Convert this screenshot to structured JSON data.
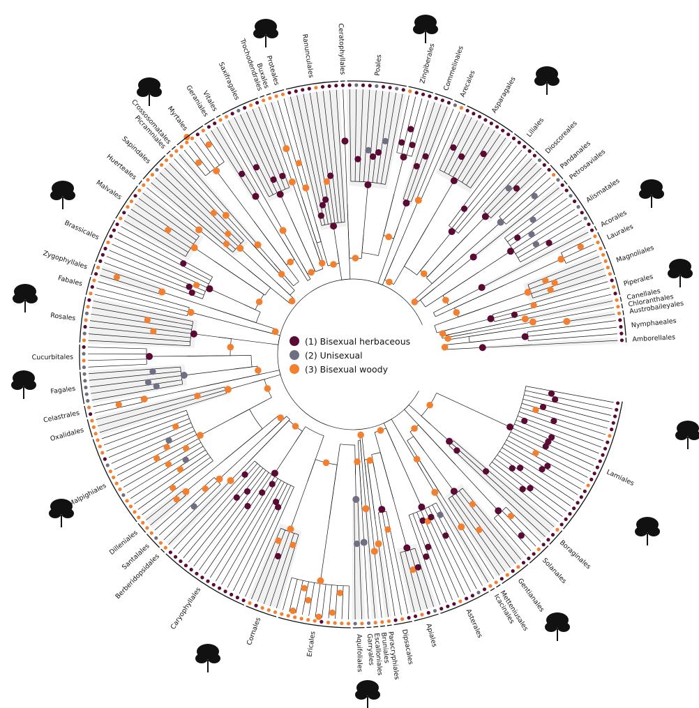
{
  "legend": {
    "items": [
      {
        "label": "(1) Bisexual herbaceous",
        "color": "#5a0a33"
      },
      {
        "label": "(2) Unisexual",
        "color": "#6e6f82"
      },
      {
        "label": "(3) Bisexual woody",
        "color": "#f47f2f"
      }
    ]
  },
  "colors": {
    "state_1": "#5a0a33",
    "state_2": "#6e6f82",
    "state_3": "#f47f2f",
    "branch": "#111111",
    "clade_shade": "#ececec"
  },
  "orders": [
    {
      "name": "Amborellales",
      "tips": [
        "1"
      ]
    },
    {
      "name": "Nymphaeales",
      "tips": [
        "1",
        "1",
        "1"
      ]
    },
    {
      "name": "Austrobaileyales",
      "tips": [
        "3"
      ]
    },
    {
      "name": "Chloranthales",
      "tips": [
        "3"
      ]
    },
    {
      "name": "Canellales",
      "tips": [
        "3"
      ]
    },
    {
      "name": "Piperales",
      "tips": [
        "1",
        "3",
        "1"
      ]
    },
    {
      "name": "Magnoliales",
      "tips": [
        "3",
        "3",
        "3",
        "3"
      ]
    },
    {
      "name": "Laurales",
      "tips": [
        "3",
        "3",
        "3"
      ]
    },
    {
      "name": "Acorales",
      "tips": [
        "1"
      ]
    },
    {
      "name": "Alismatales",
      "tips": [
        "1",
        "2",
        "1",
        "2",
        "1",
        "2",
        "1"
      ]
    },
    {
      "name": "Petrosaviales",
      "tips": [
        "1"
      ]
    },
    {
      "name": "Pandanales",
      "tips": [
        "2",
        "3",
        "1"
      ]
    },
    {
      "name": "Dioscoreales",
      "tips": [
        "1",
        "2",
        "1"
      ]
    },
    {
      "name": "Liliales",
      "tips": [
        "1",
        "1",
        "1",
        "1"
      ]
    },
    {
      "name": "Asparagales",
      "tips": [
        "1",
        "1",
        "1",
        "1",
        "1",
        "1",
        "1",
        "1"
      ]
    },
    {
      "name": "Arecales",
      "tips": [
        "3",
        "2"
      ]
    },
    {
      "name": "Commelinales",
      "tips": [
        "1",
        "1",
        "1"
      ]
    },
    {
      "name": "Zingiberales",
      "tips": [
        "1",
        "1",
        "1",
        "3"
      ]
    },
    {
      "name": "Poales",
      "tips": [
        "1",
        "2",
        "1",
        "1",
        "2",
        "1",
        "1",
        "2",
        "1"
      ]
    },
    {
      "name": "Ceratophyllales",
      "tips": [
        "1"
      ]
    },
    {
      "name": "Ranunculales",
      "tips": [
        "1",
        "1",
        "1",
        "3",
        "1",
        "1",
        "1",
        "1"
      ]
    },
    {
      "name": "Proteales",
      "tips": [
        "3",
        "3"
      ]
    },
    {
      "name": "Buxales",
      "tips": [
        "3"
      ]
    },
    {
      "name": "Trochodendrales",
      "tips": [
        "3"
      ]
    },
    {
      "name": "Saxifragales",
      "tips": [
        "1",
        "3",
        "1",
        "2",
        "1",
        "3"
      ]
    },
    {
      "name": "Vitales",
      "tips": [
        "3"
      ]
    },
    {
      "name": "Geraniales",
      "tips": [
        "1",
        "1"
      ]
    },
    {
      "name": "Myrtales",
      "tips": [
        "3",
        "1",
        "3",
        "3",
        "3"
      ]
    },
    {
      "name": "Crossosomatales",
      "tips": [
        "3"
      ]
    },
    {
      "name": "Picramniales",
      "tips": [
        "3"
      ]
    },
    {
      "name": "Sapindales",
      "tips": [
        "3",
        "3",
        "2",
        "3",
        "3"
      ]
    },
    {
      "name": "Huerteales",
      "tips": [
        "3"
      ]
    },
    {
      "name": "Malvales",
      "tips": [
        "3",
        "1",
        "3",
        "3",
        "1",
        "3"
      ]
    },
    {
      "name": "Brassicales",
      "tips": [
        "1",
        "1",
        "1",
        "3",
        "1",
        "1",
        "1"
      ]
    },
    {
      "name": "Zygophyllales",
      "tips": [
        "3",
        "1"
      ]
    },
    {
      "name": "Fabales",
      "tips": [
        "3",
        "1",
        "3"
      ]
    },
    {
      "name": "Rosales",
      "tips": [
        "1",
        "3",
        "2",
        "3",
        "1",
        "2",
        "3"
      ]
    },
    {
      "name": "Cucurbitales",
      "tips": [
        "1",
        "2",
        "3",
        "2"
      ]
    },
    {
      "name": "Fagales",
      "tips": [
        "2",
        "2",
        "2",
        "2",
        "2"
      ]
    },
    {
      "name": "Celastrales",
      "tips": [
        "3",
        "1"
      ]
    },
    {
      "name": "Oxalidales",
      "tips": [
        "3",
        "3",
        "3"
      ]
    },
    {
      "name": "Malpighiales",
      "tips": [
        "3",
        "3",
        "3",
        "1",
        "2",
        "3",
        "3",
        "3",
        "3",
        "2",
        "3",
        "3",
        "3",
        "3"
      ]
    },
    {
      "name": "Dilleniales",
      "tips": [
        "3",
        "3"
      ]
    },
    {
      "name": "Santalales",
      "tips": [
        "3",
        "2",
        "3"
      ]
    },
    {
      "name": "Berberidopsidales",
      "tips": [
        "3"
      ]
    },
    {
      "name": "Caryophyllales",
      "tips": [
        "1",
        "1",
        "1",
        "1",
        "1",
        "1",
        "1",
        "1",
        "1",
        "1",
        "1",
        "1",
        "1",
        "1"
      ]
    },
    {
      "name": "Cornales",
      "tips": [
        "3",
        "1",
        "3",
        "3",
        "3"
      ]
    },
    {
      "name": "Ericales",
      "tips": [
        "3",
        "3",
        "3",
        "3",
        "3",
        "3",
        "1",
        "3",
        "3",
        "3",
        "3"
      ]
    },
    {
      "name": "Aquifoliales",
      "tips": [
        "2",
        "3"
      ]
    },
    {
      "name": "Garryales",
      "tips": [
        "2"
      ]
    },
    {
      "name": "Escalloniales",
      "tips": [
        "3"
      ]
    },
    {
      "name": "Bruniales",
      "tips": [
        "3"
      ]
    },
    {
      "name": "Paracryphiales",
      "tips": [
        "3"
      ]
    },
    {
      "name": "Dipsacales",
      "tips": [
        "1",
        "3",
        "1"
      ]
    },
    {
      "name": "Apiales",
      "tips": [
        "1",
        "3",
        "1",
        "2"
      ]
    },
    {
      "name": "Asterales",
      "tips": [
        "1",
        "1",
        "1",
        "3",
        "1",
        "1",
        "2",
        "1"
      ]
    },
    {
      "name": "Icacinales",
      "tips": [
        "3"
      ]
    },
    {
      "name": "Metteniusales",
      "tips": [
        "3"
      ]
    },
    {
      "name": "Gentianales",
      "tips": [
        "1",
        "3",
        "1",
        "3",
        "1"
      ]
    },
    {
      "name": "Solanales",
      "tips": [
        "1",
        "1",
        "3",
        "1"
      ]
    },
    {
      "name": "Boraginales",
      "tips": [
        "1",
        "1",
        "3"
      ]
    },
    {
      "name": "Lamiales",
      "tips": [
        "1",
        "1",
        "1",
        "1",
        "1",
        "1",
        "1",
        "3",
        "1",
        "1",
        "1",
        "1",
        "1",
        "1",
        "1",
        "3",
        "1",
        "1",
        "1",
        "1",
        "1"
      ]
    }
  ],
  "silhouettes": [
    {
      "icon": "flower-sprig-icon"
    },
    {
      "icon": "orchid-icon"
    },
    {
      "icon": "seed-pod-icon"
    },
    {
      "icon": "magnolia-flower-icon"
    },
    {
      "icon": "fern-frond-icon"
    },
    {
      "icon": "leafy-shrub-icon"
    },
    {
      "icon": "composite-flower-icon"
    },
    {
      "icon": "primrose-icon"
    },
    {
      "icon": "carnation-icon"
    },
    {
      "icon": "willow-branch-icon"
    },
    {
      "icon": "oak-leaf-icon"
    },
    {
      "icon": "fig-branch-icon"
    },
    {
      "icon": "wildflower-icon"
    },
    {
      "icon": "maple-leaf-icon"
    },
    {
      "icon": "cactus-icon"
    }
  ]
}
